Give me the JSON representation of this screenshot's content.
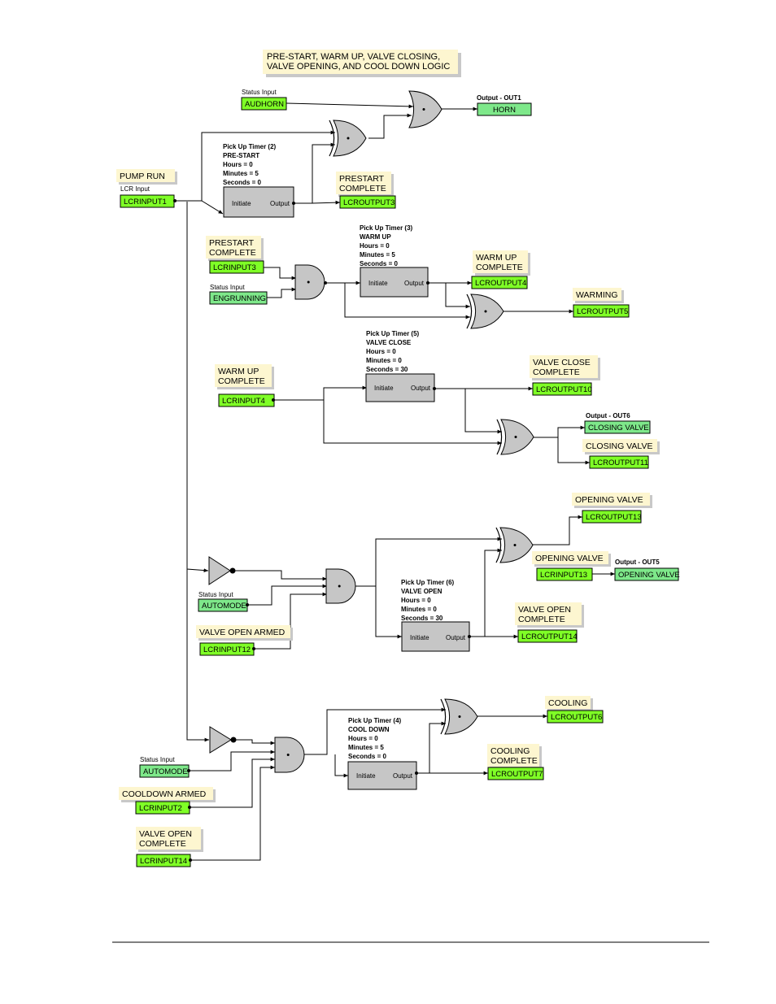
{
  "title": [
    "PRE-START, WARM UP, VALVE CLOSING,",
    "VALVE OPENING, AND COOL DOWN LOGIC"
  ],
  "colors": {
    "bright": "#7fff26",
    "pale": "#7ee88a",
    "note": "#fdf6d0",
    "gate": "#c6c6c6",
    "wire": "#000000"
  },
  "notes": {
    "pump_run": [
      "PUMP RUN"
    ],
    "prestart_complete_in": [
      "PRESTART",
      "COMPLETE"
    ],
    "prestart_complete_out": [
      "PRESTART",
      "COMPLETE"
    ],
    "warm_up_complete_in": [
      "WARM UP",
      "COMPLETE"
    ],
    "warm_up_complete_out": [
      "WARM UP",
      "COMPLETE"
    ],
    "warming": [
      "WARMING"
    ],
    "valve_close_complete": [
      "VALVE CLOSE",
      "COMPLETE"
    ],
    "closing_valve": [
      "CLOSING VALVE"
    ],
    "opening_valve_out": [
      "OPENING VALVE"
    ],
    "opening_valve_in": [
      "OPENING VALVE"
    ],
    "valve_open_armed": [
      "VALVE OPEN ARMED"
    ],
    "valve_open_complete_out": [
      "VALVE OPEN",
      "COMPLETE"
    ],
    "cooling": [
      "COOLING"
    ],
    "cooling_complete": [
      "COOLING",
      "COMPLETE"
    ],
    "cooldown_armed": [
      "COOLDOWN ARMED"
    ],
    "valve_open_complete_in": [
      "VALVE OPEN",
      "COMPLETE"
    ]
  },
  "captions": {
    "status_input_audhorn": "Status Input",
    "output_out1": "Output - OUT1",
    "lcr_input": "LCR Input",
    "status_input_engrunning": "Status Input",
    "output_out6": "Output - OUT6",
    "status_input_automode1": "Status Input",
    "output_out5": "Output - OUT5",
    "status_input_automode2": "Status Input"
  },
  "blocks": {
    "audhorn": "AUDHORN",
    "horn": "HORN",
    "lcrinput1": "LCRINPUT1",
    "lcroutput3": "LCROUTPUT3",
    "lcrinput3": "LCRINPUT3",
    "engrunning": "ENGRUNNING",
    "lcroutput4": "LCROUTPUT4",
    "lcroutput5": "LCROUTPUT5",
    "lcrinput4": "LCRINPUT4",
    "lcroutput10": "LCROUTPUT10",
    "closing_valve_out6": "CLOSING VALVE",
    "lcroutput11": "LCROUTPUT11",
    "lcroutput13": "LCROUTPUT13",
    "lcrinput13": "LCRINPUT13",
    "opening_valve_out5": "OPENING VALVE",
    "automode1": "AUTOMODE",
    "lcrinput12": "LCRINPUT12",
    "lcroutput14": "LCROUTPUT14",
    "lcroutput6": "LCROUTPUT6",
    "lcroutput7": "LCROUTPUT7",
    "automode2": "AUTOMODE",
    "lcrinput2": "LCRINPUT2",
    "lcrinput14": "LCRINPUT14"
  },
  "timers": {
    "t2": {
      "lines": [
        "Pick Up Timer (2)",
        "PRE-START",
        "Hours = 0",
        "Minutes = 5",
        "Seconds = 0"
      ],
      "initiate": "Initiate",
      "output": "Output"
    },
    "t3": {
      "lines": [
        "Pick Up Timer (3)",
        "WARM UP",
        "Hours = 0",
        "Minutes = 5",
        "Seconds = 0"
      ],
      "initiate": "Initiate",
      "output": "Output"
    },
    "t5": {
      "lines": [
        "Pick Up Timer (5)",
        "VALVE CLOSE",
        "Hours = 0",
        "Minutes = 0",
        "Seconds = 30"
      ],
      "initiate": "Initiate",
      "output": "Output"
    },
    "t6": {
      "lines": [
        "Pick Up Timer (6)",
        "VALVE OPEN",
        "Hours = 0",
        "Minutes = 0",
        "Seconds = 30"
      ],
      "initiate": "Initiate",
      "output": "Output"
    },
    "t4": {
      "lines": [
        "Pick Up Timer (4)",
        "COOL DOWN",
        "Hours = 0",
        "Minutes = 5",
        "Seconds = 0"
      ],
      "initiate": "Initiate",
      "output": "Output"
    }
  }
}
